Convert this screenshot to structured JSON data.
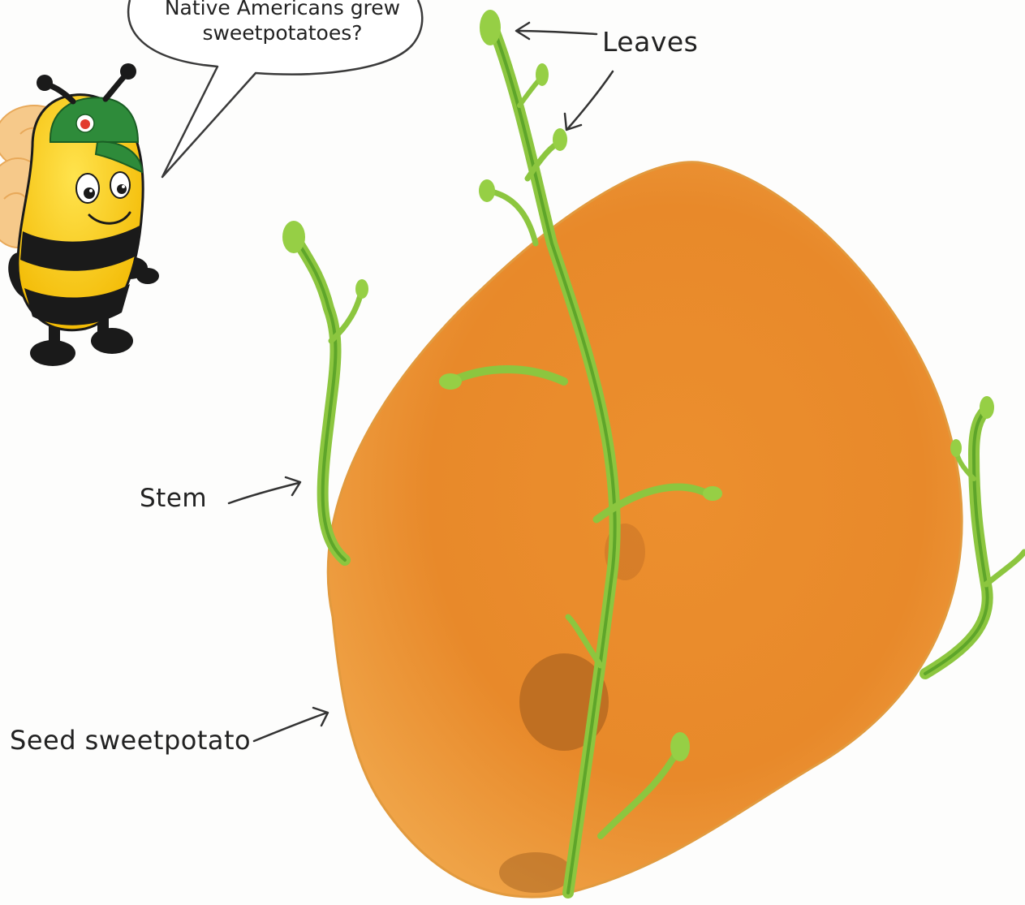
{
  "speech_bubble": {
    "line1": "Native Americans grew",
    "line2": "sweetpotatoes?"
  },
  "labels": {
    "leaves": "Leaves",
    "stem": "Stem",
    "seed": "Seed sweetpotato"
  },
  "colors": {
    "sweetpotato": "#e8892a",
    "sprout": "#8cc63f",
    "bee_yellow": "#f5c400",
    "bee_black": "#1a1a1a",
    "cap_green": "#2e8b3a",
    "wing": "#f6c98a"
  }
}
